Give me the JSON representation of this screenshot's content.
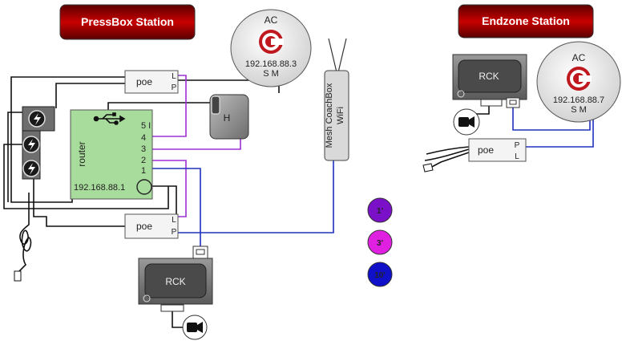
{
  "stations": {
    "pressbox": "PressBox Station",
    "endzone": "Endzone Station"
  },
  "devices": {
    "ac_left": {
      "label": "AC",
      "ip": "192.168.88.3",
      "ports": "S M"
    },
    "ac_right": {
      "label": "AC",
      "ip": "192.168.88.7",
      "ports": "S M"
    },
    "router": {
      "label": "router",
      "ip": "192.168.88.1",
      "ports": [
        "5 I",
        "4",
        "3",
        "2",
        "1"
      ]
    },
    "hub": {
      "label": "H"
    },
    "poe_top": {
      "label": "poe",
      "ports": [
        "L",
        "P"
      ]
    },
    "poe_bottom": {
      "label": "poe",
      "ports": [
        "L",
        "P"
      ]
    },
    "poe_right": {
      "label": "poe",
      "ports": [
        "P",
        "L"
      ]
    },
    "mesh": {
      "line1": "Mesh CoachBox",
      "line2": "WiFi"
    },
    "rck_bottom": {
      "label": "RCK"
    },
    "rck_right": {
      "label": "RCK"
    }
  },
  "legend": [
    {
      "label": "1'",
      "color": "#7a10c8"
    },
    {
      "label": "3'",
      "color": "#e020e0"
    },
    {
      "label": "10'",
      "color": "#1010c8"
    }
  ],
  "colors": {
    "station_fill": "#b00000",
    "router_fill": "#a8dc9c",
    "purple_cable": "#9b30d0",
    "blue_cable": "#2030c0",
    "black_cable": "#111111",
    "logo_red": "#c0181f"
  },
  "icons": [
    "power-icon",
    "usb-icon",
    "camera-icon",
    "antenna-icon",
    "coax-icon",
    "ethernet-jack-icon"
  ]
}
